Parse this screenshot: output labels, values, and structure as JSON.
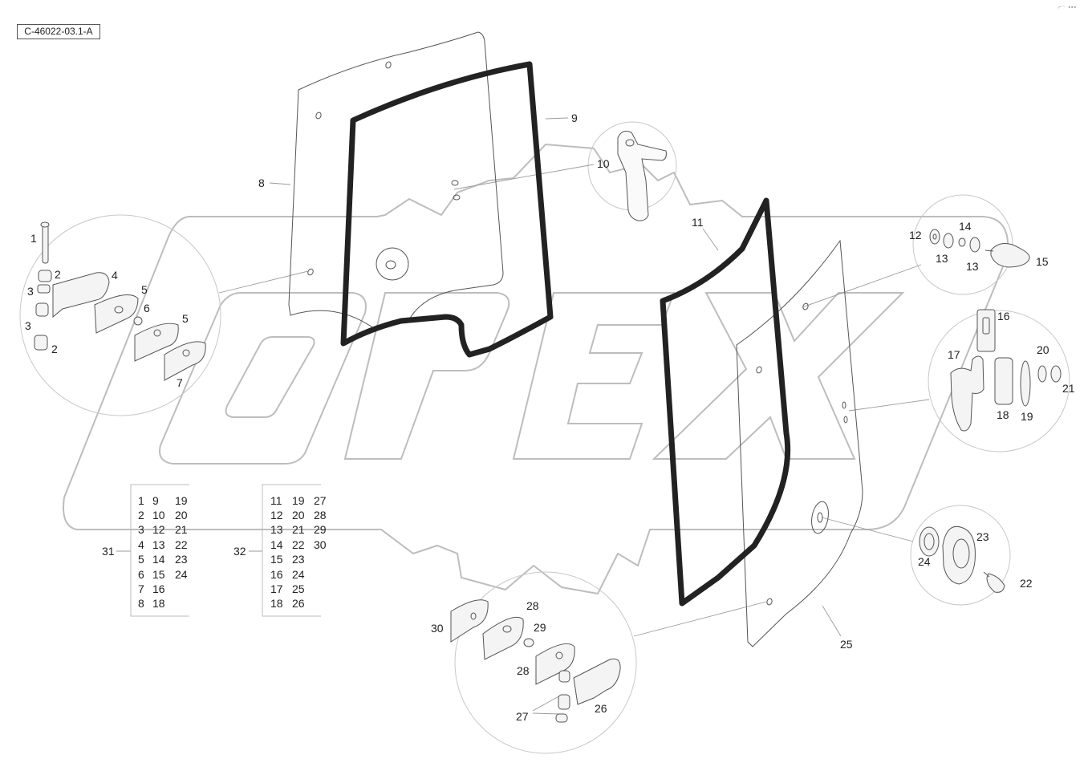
{
  "drawing": {
    "code": "C-46022-03.1-A",
    "corner_mark": "⌐⁻ ▪▪▪",
    "watermark": "OPEX"
  },
  "callouts": [
    {
      "id": "c8",
      "text": "8"
    },
    {
      "id": "c9",
      "text": "9"
    },
    {
      "id": "c10",
      "text": "10"
    },
    {
      "id": "c11",
      "text": "11"
    },
    {
      "id": "c1",
      "text": "1"
    },
    {
      "id": "c2a",
      "text": "2"
    },
    {
      "id": "c2b",
      "text": "2"
    },
    {
      "id": "c3a",
      "text": "3"
    },
    {
      "id": "c3b",
      "text": "3"
    },
    {
      "id": "c4",
      "text": "4"
    },
    {
      "id": "c5a",
      "text": "5"
    },
    {
      "id": "c5b",
      "text": "5"
    },
    {
      "id": "c6",
      "text": "6"
    },
    {
      "id": "c7",
      "text": "7"
    },
    {
      "id": "c12",
      "text": "12"
    },
    {
      "id": "c14",
      "text": "14"
    },
    {
      "id": "c13a",
      "text": "13"
    },
    {
      "id": "c13b",
      "text": "13"
    },
    {
      "id": "c15",
      "text": "15"
    },
    {
      "id": "c16",
      "text": "16"
    },
    {
      "id": "c17",
      "text": "17"
    },
    {
      "id": "c18",
      "text": "18"
    },
    {
      "id": "c19",
      "text": "19"
    },
    {
      "id": "c20",
      "text": "20"
    },
    {
      "id": "c21",
      "text": "21"
    },
    {
      "id": "c23",
      "text": "23"
    },
    {
      "id": "c24",
      "text": "24"
    },
    {
      "id": "c22",
      "text": "22"
    },
    {
      "id": "c25",
      "text": "25"
    },
    {
      "id": "c28a",
      "text": "28"
    },
    {
      "id": "c29",
      "text": "29"
    },
    {
      "id": "c30",
      "text": "30"
    },
    {
      "id": "c28b",
      "text": "28"
    },
    {
      "id": "c26",
      "text": "26"
    },
    {
      "id": "c27",
      "text": "27"
    },
    {
      "id": "c31",
      "text": "31"
    },
    {
      "id": "c32",
      "text": "32"
    }
  ],
  "kit_31": {
    "rows": [
      [
        "1",
        "9",
        "19"
      ],
      [
        "2",
        "10",
        "20"
      ],
      [
        "3",
        "12",
        "21"
      ],
      [
        "4",
        "13",
        "22"
      ],
      [
        "5",
        "14",
        "23"
      ],
      [
        "6",
        "15",
        "24"
      ],
      [
        "7",
        "16",
        ""
      ],
      [
        "8",
        "18",
        ""
      ]
    ]
  },
  "kit_32": {
    "rows": [
      [
        "11",
        "19",
        "27"
      ],
      [
        "12",
        "20",
        "28"
      ],
      [
        "13",
        "21",
        "29"
      ],
      [
        "14",
        "22",
        "30"
      ],
      [
        "15",
        "23",
        ""
      ],
      [
        "16",
        "24",
        ""
      ],
      [
        "17",
        "25",
        ""
      ],
      [
        "18",
        "26",
        ""
      ]
    ]
  }
}
